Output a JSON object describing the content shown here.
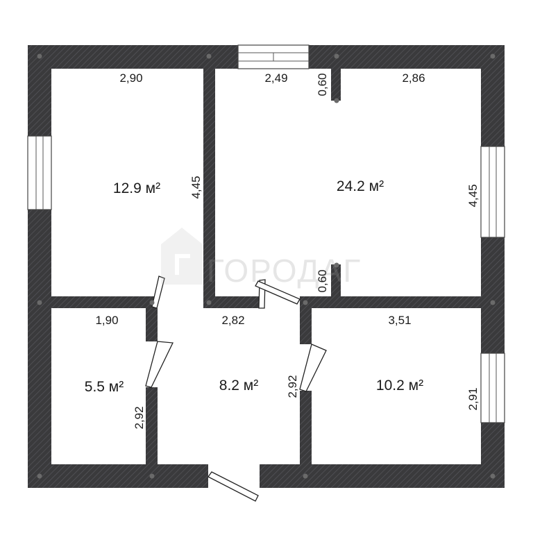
{
  "rooms": {
    "bedroom_top_left": {
      "area": "12.9 м²",
      "width": "2,90",
      "height": "4,45"
    },
    "living_top_right": {
      "area": "24.2 м²",
      "width_left": "2,49",
      "width_right": "2,86",
      "height": "4,45",
      "wall_stub_top": "0,60",
      "wall_stub_bottom": "0,60"
    },
    "small_bottom_left": {
      "area": "5.5 м²",
      "width": "1,90",
      "height": "2,92"
    },
    "hall_bottom_center": {
      "area": "8.2 м²",
      "width": "2,82",
      "height": "2,92"
    },
    "room_bottom_right": {
      "area": "10.2 м²",
      "width": "3,51",
      "height": "2,91"
    }
  },
  "watermark": {
    "text": "ГОРОДАГ",
    "logo": "gorodag-logo-icon"
  },
  "colors": {
    "wall": "#3a3a3c",
    "hatch": "#55555a",
    "node": "#6a6a6a",
    "background": "#ffffff"
  }
}
